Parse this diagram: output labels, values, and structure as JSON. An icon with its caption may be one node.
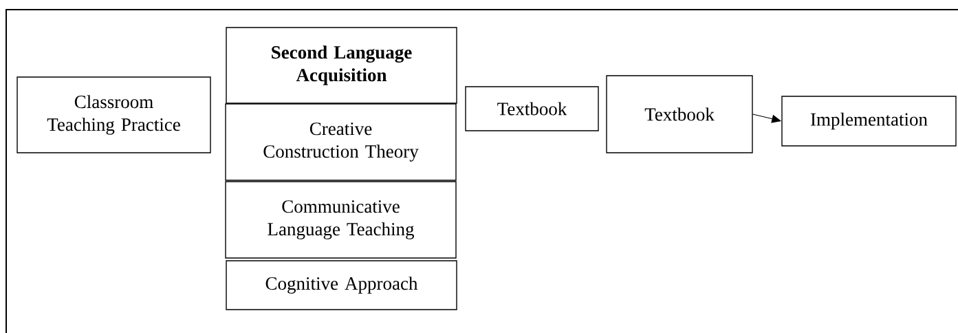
{
  "diagram": {
    "nodes": [
      {
        "text": [
          "Classroom Teaching Practice"
        ]
      },
      {
        "text": [
          "Second Language Acquisition"
        ]
      },
      {
        "text": [
          "Creative Construction Theory"
        ]
      },
      {
        "text": [
          "Communicative Language Teaching"
        ]
      },
      {
        "text": [
          "Cognitive Approach"
        ]
      },
      {
        "text": [
          "Textbook"
        ]
      },
      {
        "text": [
          "Textbook"
        ]
      },
      {
        "text": [
          "Implementation"
        ]
      }
    ],
    "edges": [
      {
        "from": 6,
        "to": 7,
        "arrow": "to"
      }
    ]
  }
}
